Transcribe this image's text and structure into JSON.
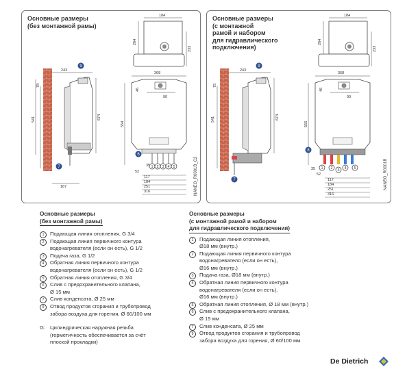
{
  "panel_left": {
    "title_lines": [
      "Основные размеры",
      "(без монтажной рамы)"
    ],
    "code": "NANEO_R0001B_C2",
    "dims": {
      "top_width": "184",
      "top_height": "264",
      "top_side": "233",
      "offset_243": "243",
      "dim_78": "78",
      "dim_541": "541",
      "dim_674": "674",
      "dim_187": "187",
      "front_width": "368",
      "dim_46": "46",
      "dim_90": "90",
      "dim_554": "554",
      "dim_35": "35",
      "dim_52": "52",
      "dim_117": "117",
      "dim_184": "184",
      "dim_251": "251",
      "dim_316": "316"
    },
    "markers": [
      "9",
      "7",
      "6",
      "1",
      "2",
      "3",
      "4",
      "5"
    ]
  },
  "panel_right": {
    "title_lines": [
      "Основные размеры",
      "(с монтажной",
      "рамой и набором",
      "для гидравлического",
      "подключения)"
    ],
    "code": "NANEO_R0001B",
    "dims": {
      "top_width": "184",
      "top_height": "264",
      "top_side": "233",
      "offset_243": "243",
      "dim_75": "75",
      "dim_541": "541",
      "dim_674": "674",
      "front_width": "368",
      "dim_46": "46",
      "dim_90": "90",
      "dim_556": "556",
      "dim_35": "35",
      "dim_52": "52",
      "dim_117": "117",
      "dim_184": "184",
      "dim_251": "251",
      "dim_316": "316"
    },
    "markers": [
      "9",
      "7",
      "8",
      "1",
      "2",
      "3",
      "4",
      "5"
    ]
  },
  "legend_left": {
    "head_lines": [
      "Основные размеры",
      "(без монтажной рамы)"
    ],
    "items": [
      {
        "n": "1",
        "lines": [
          "Подающая линия отопления, G 3/4"
        ]
      },
      {
        "n": "2",
        "lines": [
          "Подающая линия первичного контура",
          "водонагревателя (если он есть), G 1/2"
        ]
      },
      {
        "n": "3",
        "lines": [
          "Подача газа, G 1/2"
        ]
      },
      {
        "n": "4",
        "lines": [
          "Обратная линия первичного контура",
          "водонагревателя (если он есть), G 1/2"
        ]
      },
      {
        "n": "5",
        "lines": [
          "Обратная линия отопления, G 3/4"
        ]
      },
      {
        "n": "6",
        "lines": [
          "Слив с предохранительного клапана,",
          "Ø 15 мм"
        ]
      },
      {
        "n": "7",
        "lines": [
          "Слив конденсата, Ø 25 мм"
        ]
      },
      {
        "n": "9",
        "lines": [
          "Отвод продуктов сгорания и трубопровод",
          "забора воздуха для горения, Ø 60/100 мм"
        ]
      }
    ],
    "note": {
      "key": "G:",
      "lines": [
        "Цилиндрическая наружная резьба",
        "(герметичность обеспечивается за счёт",
        "плоской прокладки)"
      ]
    }
  },
  "legend_right": {
    "head_lines": [
      "Основные размеры",
      "(с монтажной рамой и набором",
      "для гидравлического подключения)"
    ],
    "items": [
      {
        "n": "1",
        "lines": [
          "Подающая линия отопления,",
          "Ø18 мм (внутр.)"
        ]
      },
      {
        "n": "2",
        "lines": [
          "Подающая линия первичного контура",
          "водонагревателя (если он есть),",
          "Ø16 мм (внутр.)"
        ]
      },
      {
        "n": "3",
        "lines": [
          "Подача газа, Ø18 мм (внутр.)"
        ]
      },
      {
        "n": "4",
        "lines": [
          "Обратная линия первичного контура",
          "водонагревателя (если он есть),",
          "Ø16 мм (внутр.)"
        ]
      },
      {
        "n": "5",
        "lines": [
          "Обратная линия отопления, Ø 18 мм (внутр.)"
        ]
      },
      {
        "n": "6",
        "lines": [
          "Слив с предохранительного клапана,",
          "Ø 15 мм"
        ]
      },
      {
        "n": "7",
        "lines": [
          "Слив конденсата, Ø 25 мм"
        ]
      },
      {
        "n": "9",
        "lines": [
          "Отвод продуктов сгорания и трубопровод",
          "забора воздуха для горения, Ø 60/100 мм"
        ]
      }
    ]
  },
  "brand": {
    "name": "De Dietrich",
    "color": "#1a1a1a",
    "badge_color": "#2a6ebb",
    "accent": "#e4b832"
  },
  "colors": {
    "marker": "#2f4f8f",
    "brick": "#c8624a",
    "boiler_shade": "#e0e0e0"
  }
}
